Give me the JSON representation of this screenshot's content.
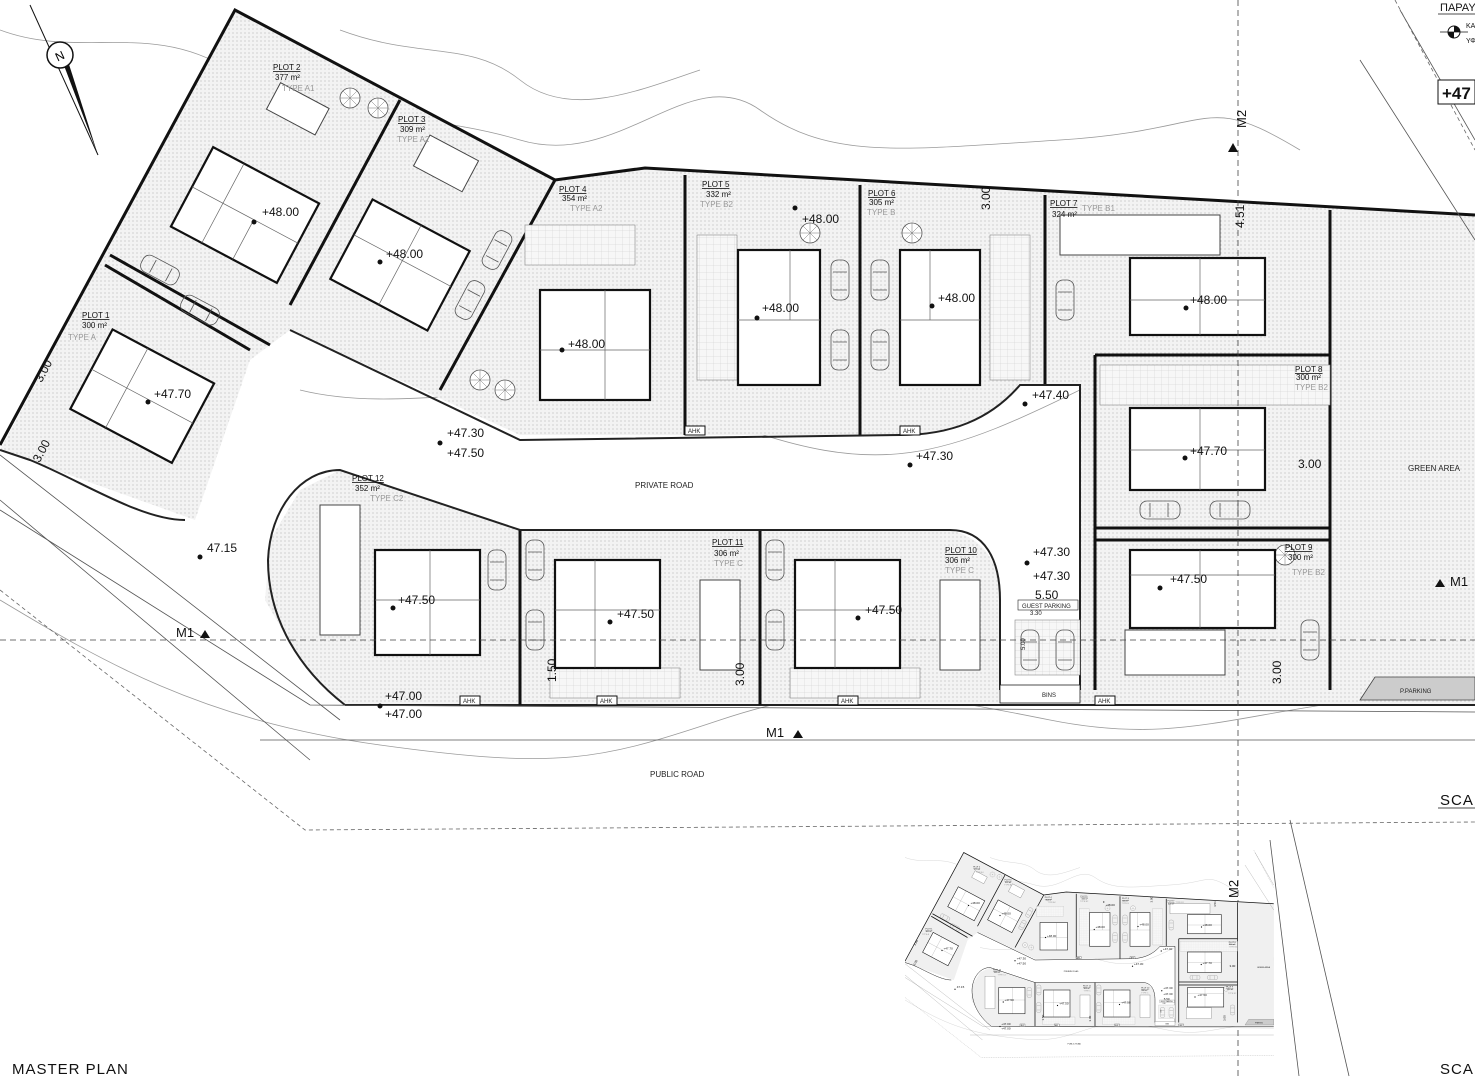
{
  "drawing": {
    "title": "MASTER PLAN",
    "scale_label": "SCA",
    "scale_label_bottom": "SCA",
    "legend_title": "ΠΑΡΑΥ",
    "legend_line1": "ΚΑ",
    "legend_line2": "ΥΦ",
    "legend_level": "+47"
  },
  "plots": [
    {
      "name": "PLOT 1",
      "area": "300 m²",
      "type": "TYPE A"
    },
    {
      "name": "PLOT 2",
      "area": "377 m²",
      "type": "TYPE A1"
    },
    {
      "name": "PLOT 3",
      "area": "309 m²",
      "type": "TYPE A2"
    },
    {
      "name": "PLOT 4",
      "area": "354 m²",
      "type": "TYPE A2"
    },
    {
      "name": "PLOT 5",
      "area": "332 m²",
      "type": "TYPE B2"
    },
    {
      "name": "PLOT 6",
      "area": "305 m²",
      "type": "TYPE B"
    },
    {
      "name": "PLOT 7",
      "area": "324 m²",
      "type": "TYPE B1"
    },
    {
      "name": "PLOT 8",
      "area": "300 m²",
      "type": "TYPE B2"
    },
    {
      "name": "PLOT 9",
      "area": "300 m²",
      "type": "TYPE B2"
    },
    {
      "name": "PLOT 10",
      "area": "306 m²",
      "type": "TYPE C"
    },
    {
      "name": "PLOT 11",
      "area": "306 m²",
      "type": "TYPE C"
    },
    {
      "name": "PLOT 12",
      "area": "352 m²",
      "type": "TYPE C2"
    }
  ],
  "elevations": {
    "plot2": "+48.00",
    "plot3": "+48.00",
    "plot4": "+48.00",
    "plot5": "+48.00",
    "plot5_top": "+48.00",
    "plot6": "+48.00",
    "plot7": "+48.00",
    "plot1": "+47.70",
    "plot8": "+47.70",
    "plot9": "+47.50",
    "plot10": "+47.50",
    "plot11": "+47.50",
    "plot12": "+47.50",
    "road_a": "+47.30",
    "road_b": "+47.50",
    "road_c": "+47.30",
    "road_d": "+47.40",
    "road_e": "+47.30",
    "road_f": "+47.30",
    "entry": "47.15",
    "bottom_a": "+47.00",
    "bottom_b": "+47.00"
  },
  "dimensions": {
    "d1": "3.00",
    "d2": "3.00",
    "d3": "3.00",
    "d4": "4.51",
    "d5": "3.00",
    "d6": "5.50",
    "d7": "3.30",
    "d8": "1.50",
    "d9": "3.00",
    "d10": "3.00",
    "d11": "5.00"
  },
  "labels": {
    "private_road": "PRIVATE ROAD",
    "public_road": "PUBLIC ROAD",
    "green_area": "GREEN AREA",
    "guest_parking": "GUEST PARKING",
    "bins": "BINS",
    "p_parking": "P.PARKING",
    "meter": "ΑΗΚ",
    "north": "N"
  },
  "sections": {
    "m1": "M1",
    "m2": "M2"
  }
}
